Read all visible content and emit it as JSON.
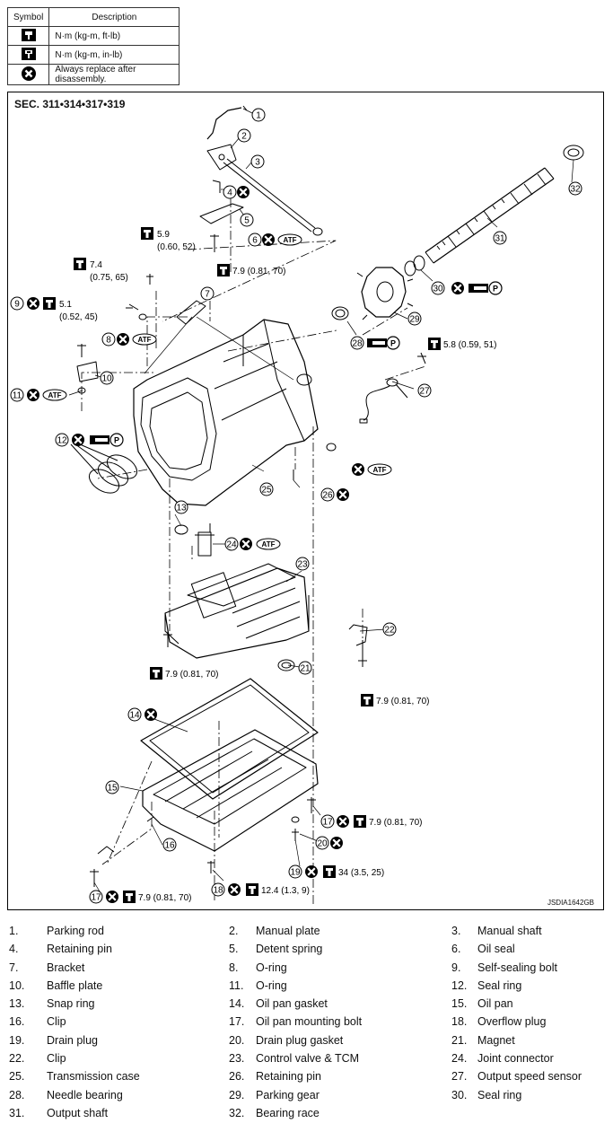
{
  "legend": {
    "header_symbol": "Symbol",
    "header_description": "Description",
    "rows": [
      {
        "icon": "torque-wrench-icon",
        "text": "N·m (kg-m, ft-lb)"
      },
      {
        "icon": "torque-wrench-filled-icon",
        "text": "N·m (kg-m, in-lb)"
      },
      {
        "icon": "always-replace-icon",
        "text": "Always replace after disassembly."
      }
    ]
  },
  "diagram": {
    "section": "SEC. 311•314•317•319",
    "code": "JSDIA1642GB",
    "atf": "ATF",
    "p": "P",
    "torques": {
      "t59a": "5.9",
      "t59b": "(0.60, 52)",
      "t74a": "7.4",
      "t74b": "(0.75, 65)",
      "t51a": "5.1",
      "t51b": "(0.52, 45)",
      "t79": "7.9 (0.81, 70)",
      "t58": "5.8 (0.59, 51)",
      "t34": "34 (3.5, 25)",
      "t124": "12.4 (1.3, 9)"
    },
    "callouts": [
      "1",
      "2",
      "3",
      "4",
      "5",
      "6",
      "7",
      "8",
      "9",
      "10",
      "11",
      "12",
      "13",
      "14",
      "15",
      "16",
      "17",
      "18",
      "19",
      "20",
      "21",
      "22",
      "23",
      "24",
      "25",
      "26",
      "27",
      "28",
      "29",
      "30",
      "31",
      "32"
    ]
  },
  "parts": [
    {
      "n": "1.",
      "name": "Parking rod"
    },
    {
      "n": "2.",
      "name": "Manual plate"
    },
    {
      "n": "3.",
      "name": "Manual shaft"
    },
    {
      "n": "4.",
      "name": "Retaining pin"
    },
    {
      "n": "5.",
      "name": "Detent spring"
    },
    {
      "n": "6.",
      "name": "Oil seal"
    },
    {
      "n": "7.",
      "name": "Bracket"
    },
    {
      "n": "8.",
      "name": "O-ring"
    },
    {
      "n": "9.",
      "name": "Self-sealing bolt"
    },
    {
      "n": "10.",
      "name": "Baffle plate"
    },
    {
      "n": "11.",
      "name": "O-ring"
    },
    {
      "n": "12.",
      "name": "Seal ring"
    },
    {
      "n": "13.",
      "name": "Snap ring"
    },
    {
      "n": "14.",
      "name": "Oil pan gasket"
    },
    {
      "n": "15.",
      "name": "Oil pan"
    },
    {
      "n": "16.",
      "name": "Clip"
    },
    {
      "n": "17.",
      "name": "Oil pan mounting bolt"
    },
    {
      "n": "18.",
      "name": "Overflow plug"
    },
    {
      "n": "19.",
      "name": "Drain plug"
    },
    {
      "n": "20.",
      "name": "Drain plug gasket"
    },
    {
      "n": "21.",
      "name": "Magnet"
    },
    {
      "n": "22.",
      "name": "Clip"
    },
    {
      "n": "23.",
      "name": "Control valve & TCM"
    },
    {
      "n": "24.",
      "name": "Joint connector"
    },
    {
      "n": "25.",
      "name": "Transmission case"
    },
    {
      "n": "26.",
      "name": "Retaining pin"
    },
    {
      "n": "27.",
      "name": "Output speed sensor"
    },
    {
      "n": "28.",
      "name": "Needle bearing"
    },
    {
      "n": "29.",
      "name": "Parking gear"
    },
    {
      "n": "30.",
      "name": "Seal ring"
    },
    {
      "n": "31.",
      "name": "Output shaft"
    },
    {
      "n": "32.",
      "name": "Bearing race"
    }
  ]
}
